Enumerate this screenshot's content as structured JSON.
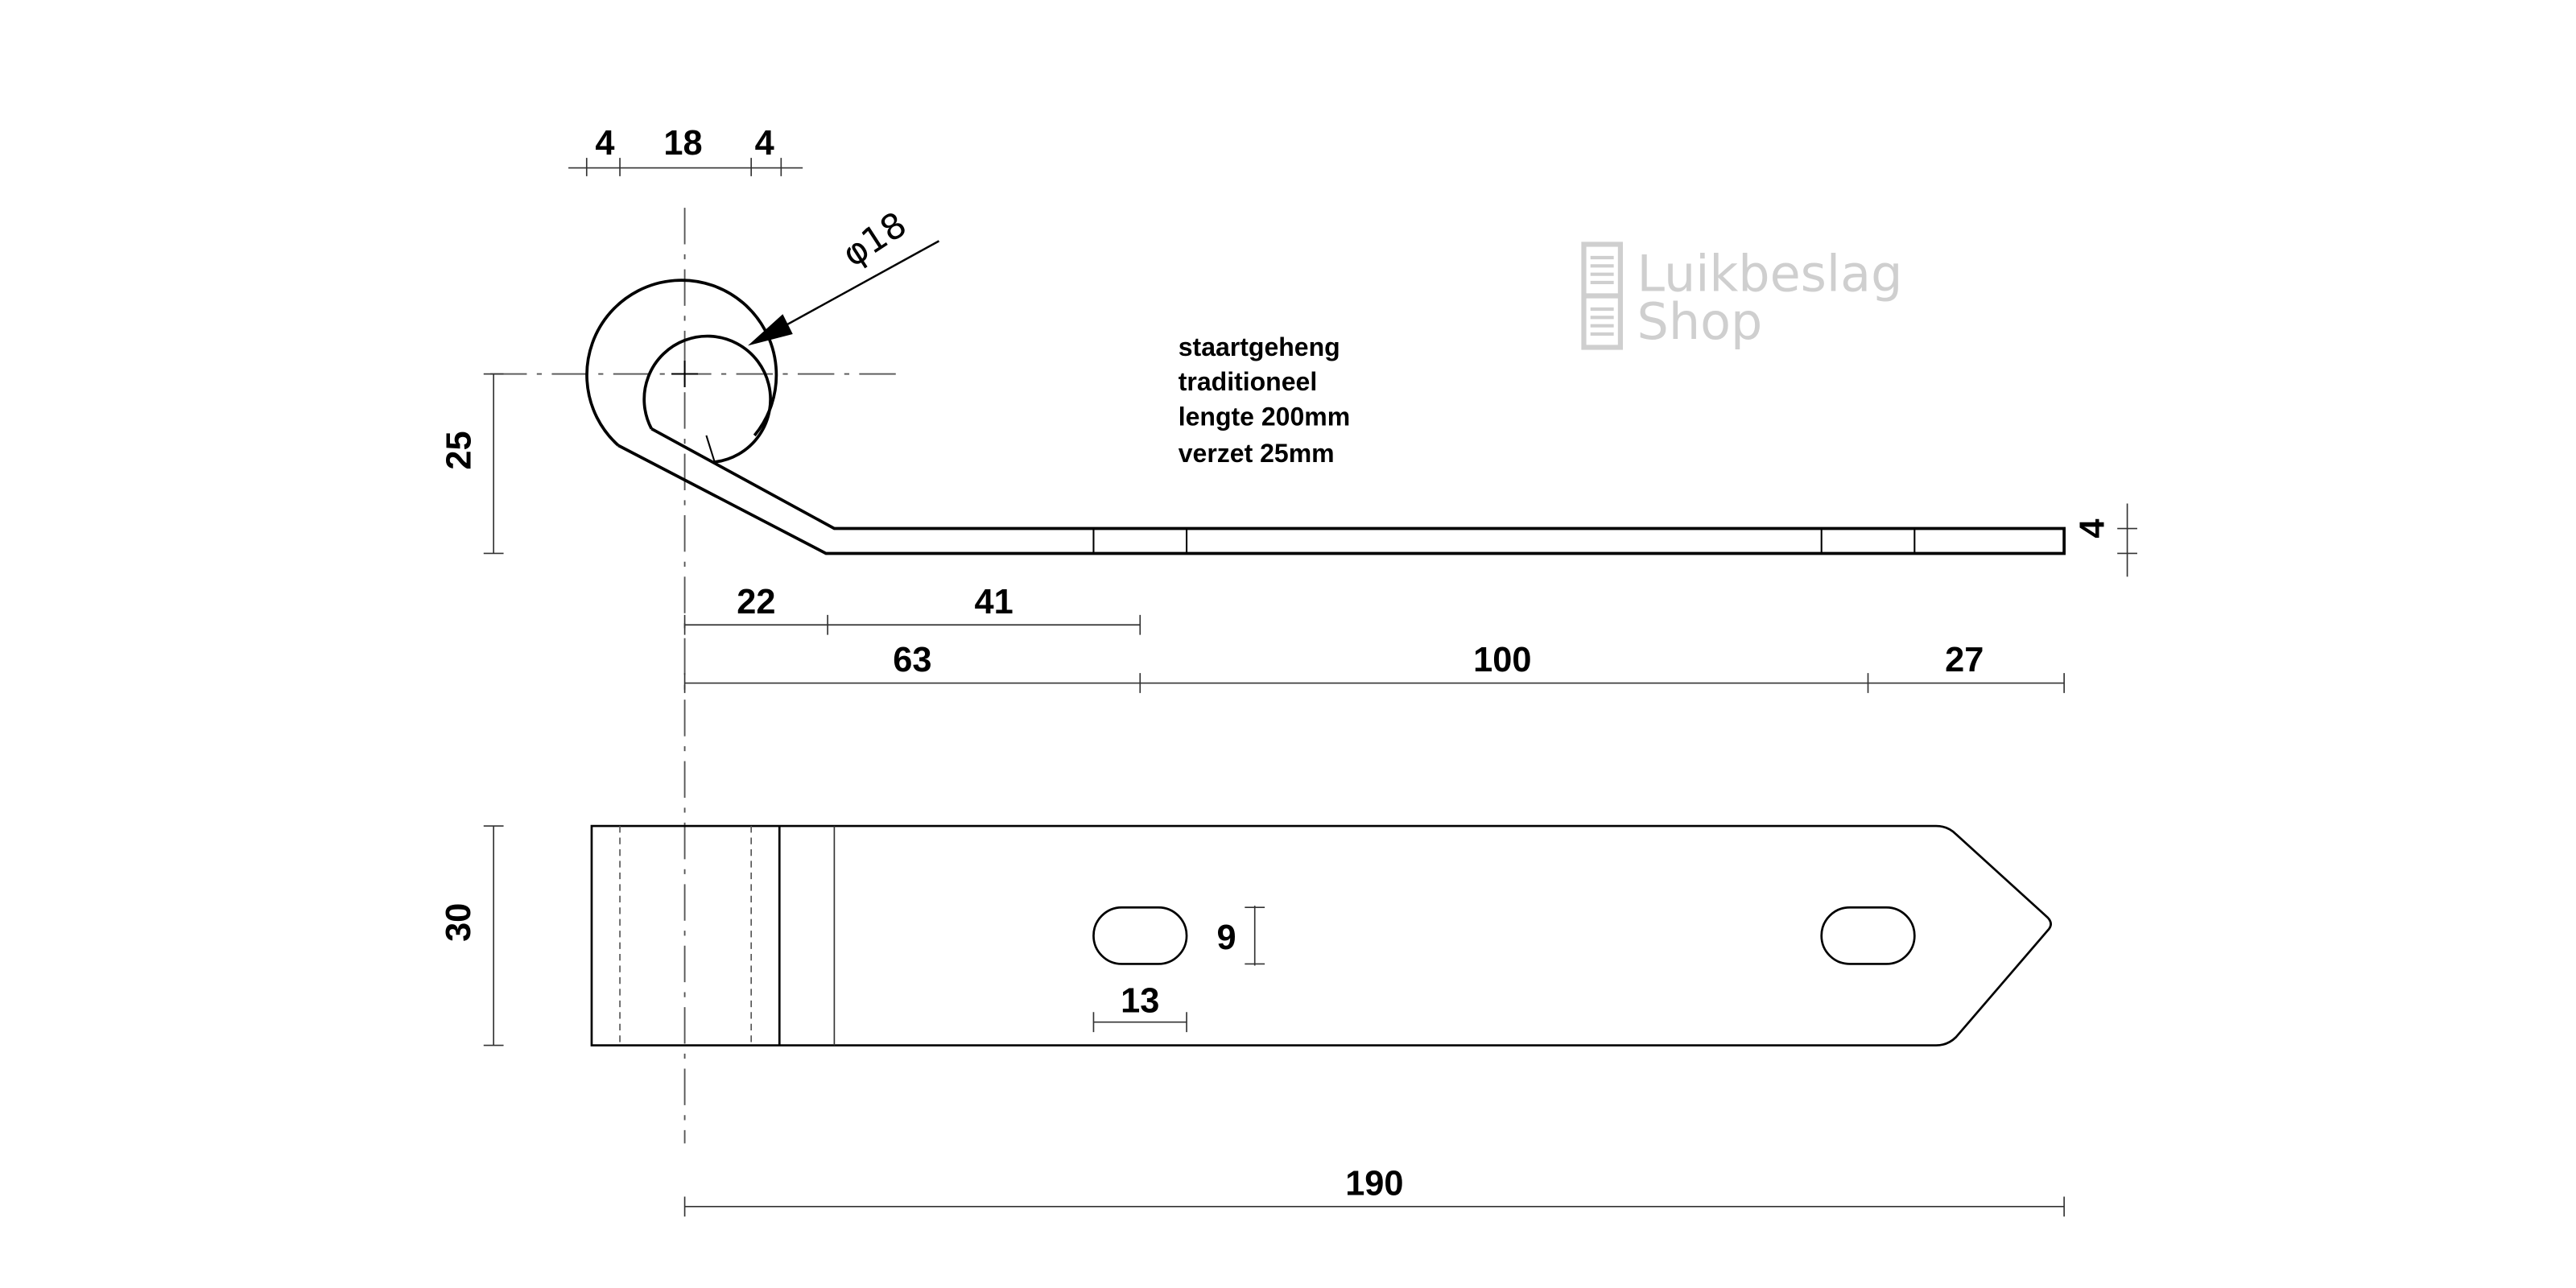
{
  "drawing": {
    "notes": [
      "staartgeheng",
      "traditioneel",
      "lengte 200mm",
      "verzet 25mm"
    ],
    "logo": {
      "line1": "Luikbeslag",
      "line2": "Shop"
    },
    "side_view_dims": {
      "left_wall": "4",
      "inner_width": "18",
      "right_wall": "4",
      "diameter": "φ18",
      "offset": "25",
      "thickness": "4",
      "d22": "22",
      "d41": "41",
      "d63": "63",
      "d100": "100",
      "d27": "27"
    },
    "top_view_dims": {
      "width": "30",
      "slot_height": "9",
      "slot_length": "13",
      "total_length": "190"
    }
  }
}
